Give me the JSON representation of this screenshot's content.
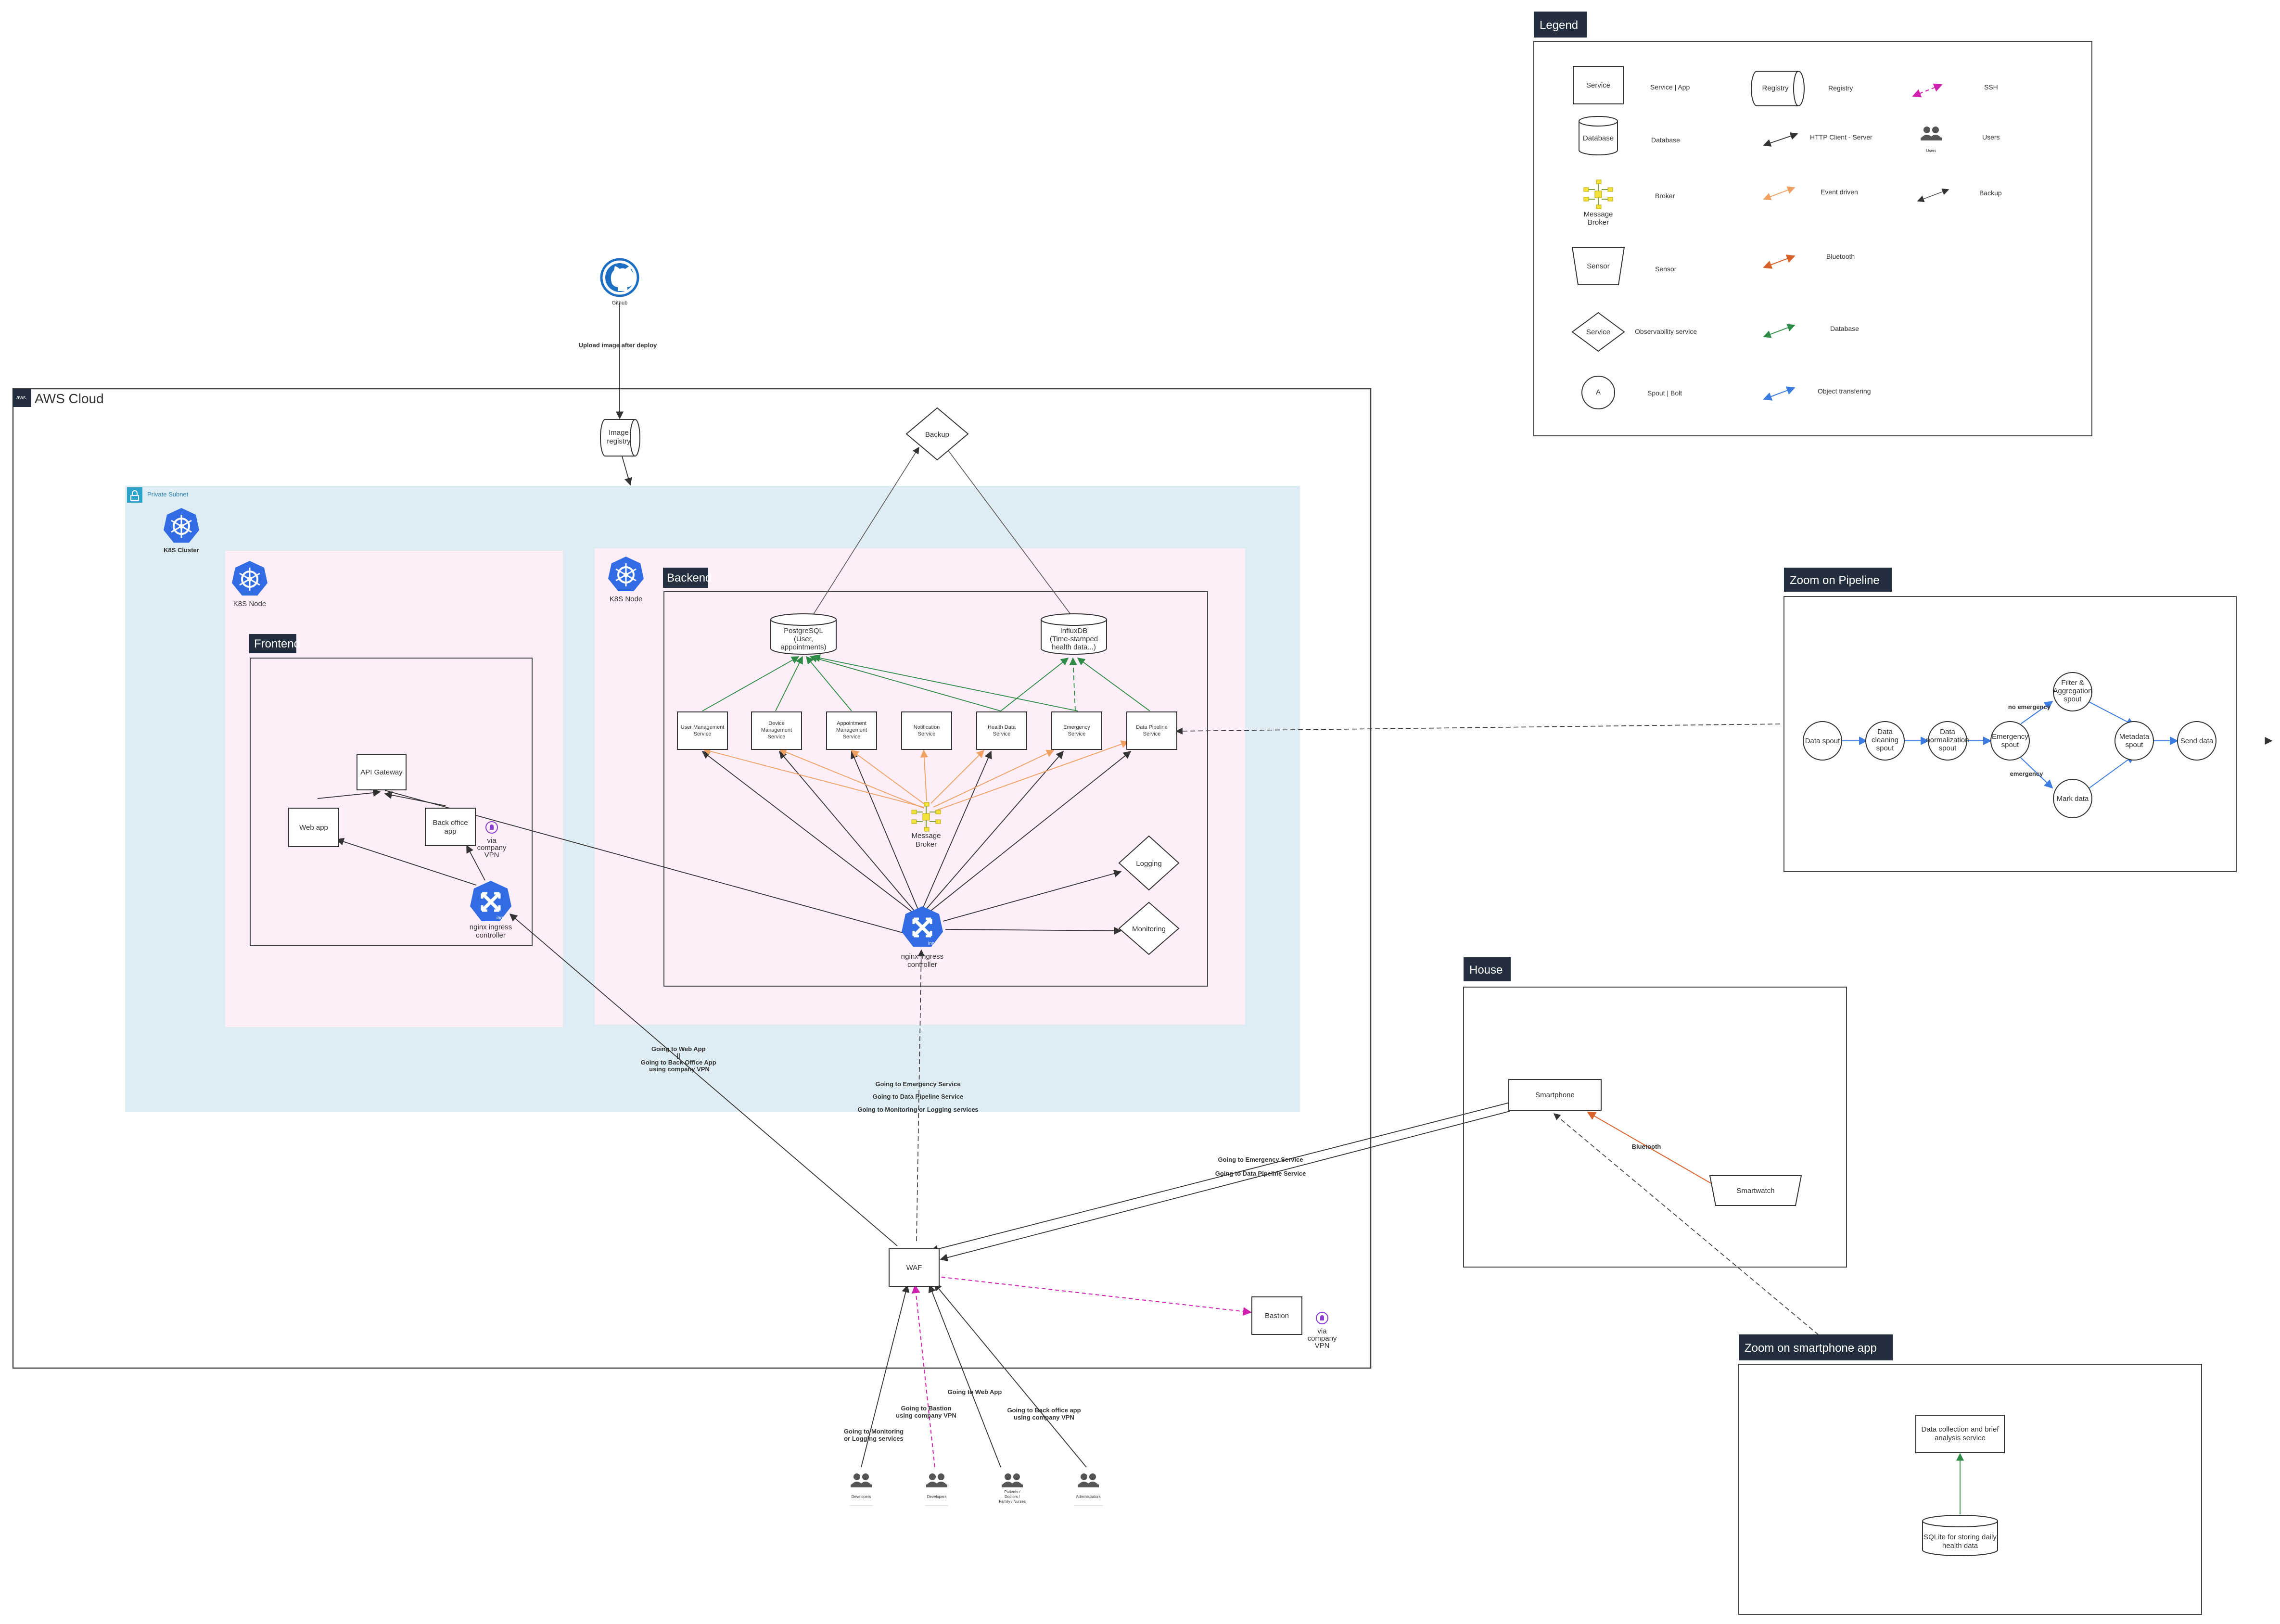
{
  "aws": {
    "title": "AWS Cloud"
  },
  "github": {
    "label": "Github",
    "edge_label": "Upload image after deploy"
  },
  "image_registry": {
    "label_lines": [
      "Image",
      "registry"
    ]
  },
  "backup": {
    "label": "Backup"
  },
  "private_subnet": {
    "label": "Private Subnet"
  },
  "k8s_cluster": {
    "label": "K8S Cluster"
  },
  "frontend": {
    "node_label": "K8S Node",
    "section_title": "Frontend",
    "api_gateway": "API Gateway",
    "web_app": "Web app",
    "back_office_lines": [
      "Back office",
      "app"
    ],
    "vpn_lines": [
      "via",
      "company",
      "VPN"
    ],
    "ingress_lines": [
      "nginx ingress",
      "controller"
    ]
  },
  "backend": {
    "node_label": "K8S Node",
    "section_title": "Backend",
    "postgres_lines": [
      "PostgreSQL",
      "(User,",
      "appointments)"
    ],
    "influx_lines": [
      "InfluxDB",
      "(Time-stamped",
      "health data...)"
    ],
    "services": [
      {
        "lines": [
          "User Management",
          "Service"
        ]
      },
      {
        "lines": [
          "Device",
          "Management",
          "Service"
        ]
      },
      {
        "lines": [
          "Appointment",
          "Management",
          "Service"
        ]
      },
      {
        "lines": [
          "Notification",
          "Service"
        ]
      },
      {
        "lines": [
          "Health Data",
          "Service"
        ]
      },
      {
        "lines": [
          "Emergency",
          "Service"
        ]
      },
      {
        "lines": [
          "Data Pipeline",
          "Service"
        ]
      }
    ],
    "broker_lines": [
      "Message",
      "Broker"
    ],
    "logging": "Logging",
    "monitoring": "Monitoring",
    "ingress_lines": [
      "nginx ingress",
      "controller"
    ]
  },
  "edge_labels": {
    "web_app_route": [
      "Going to Web App",
      "||",
      "Going to Back Office App",
      "using company VPN"
    ],
    "ingress_routes": [
      "Going to Emergency Service",
      "Going to Data Pipeline Service",
      "Going to Monitoring or Logging services"
    ],
    "phone_routes": [
      "Going to Emergency Service",
      "Going to Data Pipeline Service"
    ],
    "bluetooth": "Bluetooth",
    "users_web": "Going to Web App",
    "users_bastion": [
      "Going to Bastion",
      "using company VPN"
    ],
    "users_backoffice": [
      "Going to Back office app",
      "using company VPN"
    ],
    "users_monitoring": [
      "Going to Monitoring",
      "or Logging services"
    ]
  },
  "waf": {
    "label": "WAF"
  },
  "bastion": {
    "label": "Bastion",
    "vpn_lines": [
      "via",
      "company",
      "VPN"
    ]
  },
  "users": [
    {
      "caption_lines": [
        "Developers"
      ]
    },
    {
      "caption_lines": [
        "Developers"
      ]
    },
    {
      "caption_lines": [
        "Patients /",
        "Doctors /",
        "Family / Nurses"
      ]
    },
    {
      "caption_lines": [
        "Administrators"
      ]
    }
  ],
  "house": {
    "title": "House",
    "smartphone": "Smartphone",
    "smartwatch": "Smartwatch"
  },
  "pipeline": {
    "title": "Zoom on Pipeline",
    "nodes": [
      {
        "lines": [
          "Data spout"
        ]
      },
      {
        "lines": [
          "Data",
          "cleaning",
          "spout"
        ]
      },
      {
        "lines": [
          "Data",
          "normalization",
          "spout"
        ]
      },
      {
        "lines": [
          "Emergency",
          "spout"
        ]
      },
      {
        "lines": [
          "Filter &",
          "Aggregation",
          "spout"
        ]
      },
      {
        "lines": [
          "Mark data"
        ]
      },
      {
        "lines": [
          "Metadata",
          "spout"
        ]
      },
      {
        "lines": [
          "Send data"
        ]
      }
    ],
    "edge_no_emergency": "no emergency",
    "edge_emergency": "emergency"
  },
  "smartphone_app": {
    "title": "Zoom on smartphone app",
    "service_lines": [
      "Data collection and brief",
      "analysis service"
    ],
    "db_lines": [
      "SQLite for storing daily",
      "health data"
    ]
  },
  "legend": {
    "title": "Legend",
    "items": [
      {
        "shape": "Service | App",
        "label": "Service | App"
      },
      {
        "shape": "Registry",
        "label": "Registry"
      },
      {
        "shape": "SSH",
        "label": "SSH"
      },
      {
        "shape": "Database",
        "label": "Database"
      },
      {
        "shape": "HTTP",
        "label": "HTTP Client - Server"
      },
      {
        "shape": "Users",
        "label": "Users"
      },
      {
        "shape": "Broker",
        "label": "Broker"
      },
      {
        "shape": "Event",
        "label": "Event driven"
      },
      {
        "shape": "Backup",
        "label": "Backup"
      },
      {
        "shape": "Sensor",
        "label": "Sensor"
      },
      {
        "shape": "Bluetooth",
        "label": "Bluetooth"
      },
      {
        "shape": "Observability",
        "label": "Observability service"
      },
      {
        "shape": "DBedge",
        "label": "Database"
      },
      {
        "shape": "Spout",
        "label": "Spout | Bolt"
      },
      {
        "shape": "Object",
        "label": "Object transfering"
      }
    ],
    "sample_service": "Service",
    "sample_registry": "Registry",
    "sample_database": "Database",
    "sample_broker_lines": [
      "Message",
      "Broker"
    ],
    "sample_sensor": "Sensor",
    "sample_observability": "Service",
    "sample_spout": "A",
    "sample_users": "Users"
  },
  "colors": {
    "subnet": "#deedf3",
    "k8s_node": "#fdeef8",
    "k8s_blue": "#326ce5",
    "github_blue": "#1d6fc4",
    "tag_dark": "#232f3e",
    "db_edge": "#2e8b46",
    "event_edge": "#f0a060",
    "bluetooth_edge": "#d8622a",
    "ssh_edge": "#d020b0",
    "object_edge": "#3c7be0",
    "broker_yellow": "#f2e23a"
  }
}
